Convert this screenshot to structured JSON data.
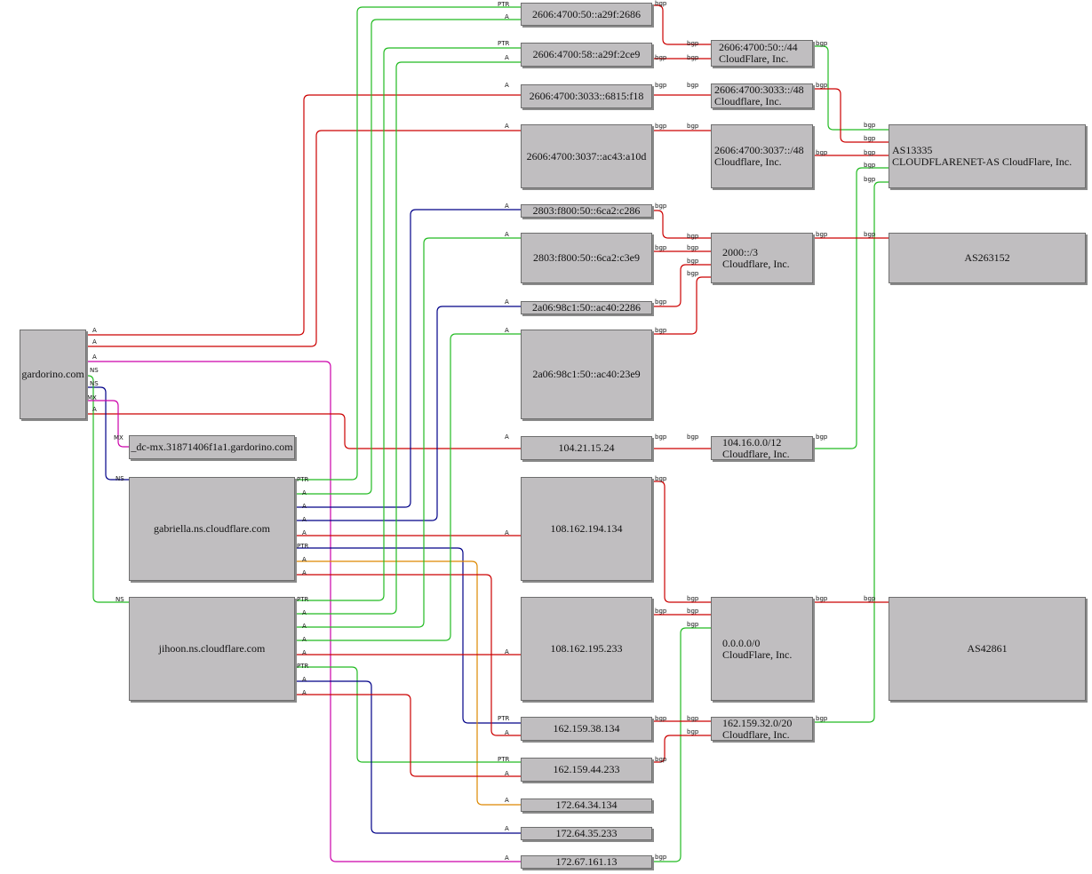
{
  "nodes": {
    "gardorino": "gardorino.com",
    "dcmx": "_dc-mx.31871406f1a1.gardorino.com",
    "gabriella": "gabriella.ns.cloudflare.com",
    "jihoon": "jihoon.ns.cloudflare.com",
    "ip6_a": "2606:4700:50::a29f:2686",
    "ip6_b": "2606:4700:58::a29f:2ce9",
    "ip6_c": "2606:4700:3033::6815:f18",
    "ip6_d": "2606:4700:3037::ac43:a10d",
    "ip6_e": "2803:f800:50::6ca2:c286",
    "ip6_f": "2803:f800:50::6ca2:c3e9",
    "ip6_g": "2a06:98c1:50::ac40:2286",
    "ip6_h": "2a06:98c1:50::ac40:23e9",
    "ip4_a": "104.21.15.24",
    "ip4_b": "108.162.194.134",
    "ip4_c": "108.162.195.233",
    "ip4_d": "162.159.38.134",
    "ip4_e": "162.159.44.233",
    "ip4_f": "172.64.34.134",
    "ip4_g": "172.64.35.233",
    "ip4_h": "172.67.161.13",
    "pfx_a": "2606:4700:50::/44\nCloudFlare, Inc.",
    "pfx_b": "2606:4700:3033::/48\nCloudflare, Inc.",
    "pfx_c": "2606:4700:3037::/48\nCloudflare, Inc.",
    "pfx_d": "2000::/3\nCloudflare, Inc.",
    "pfx_e": "104.16.0.0/12\nCloudflare, Inc.",
    "pfx_f": "0.0.0.0/0\nCloudFlare, Inc.",
    "pfx_g": "162.159.32.0/20\nCloudflare, Inc.",
    "as_a": "AS13335\nCLOUDFLARENET-AS CloudFlare, Inc.",
    "as_b": "AS263152",
    "as_c": "AS42861"
  },
  "edge_labels": {
    "a": "A",
    "ptr": "PTR",
    "ns": "NS",
    "mx": "MX",
    "bgp": "bgp"
  },
  "colors": {
    "red": "#cc0000",
    "green": "#22bb22",
    "blue": "#000088",
    "magenta": "#cc00aa",
    "orange": "#dd8800",
    "node_fill": "#c0bec0"
  }
}
